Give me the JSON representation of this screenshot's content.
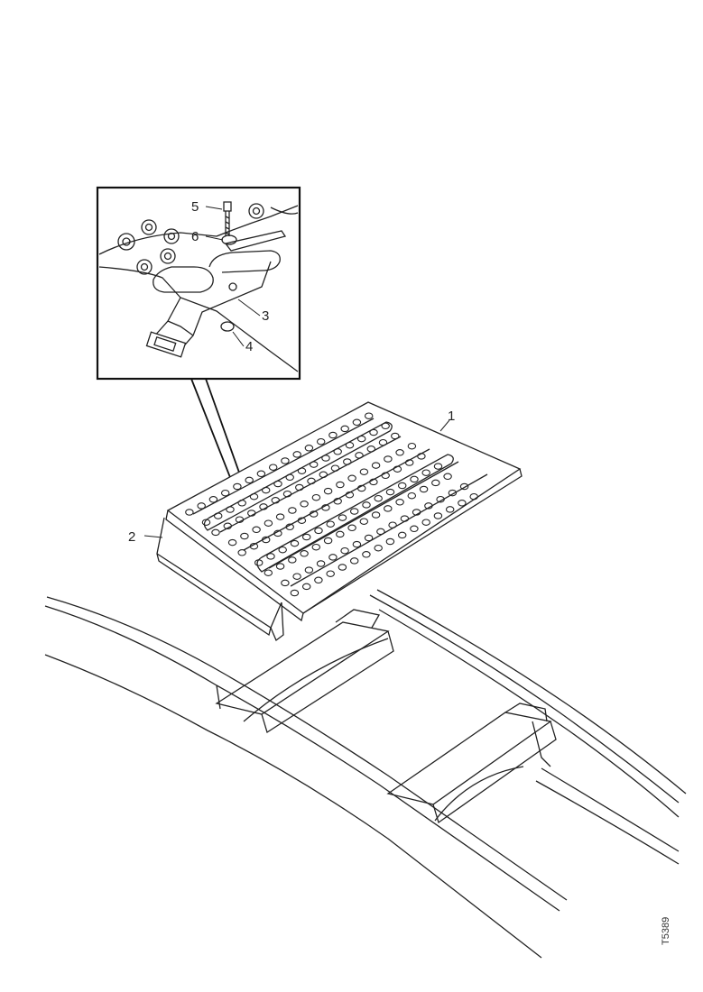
{
  "callouts": {
    "c1": "1",
    "c2": "2",
    "c3": "3",
    "c4": "4",
    "c5": "5",
    "c6": "6"
  },
  "reference_code": "T5389"
}
